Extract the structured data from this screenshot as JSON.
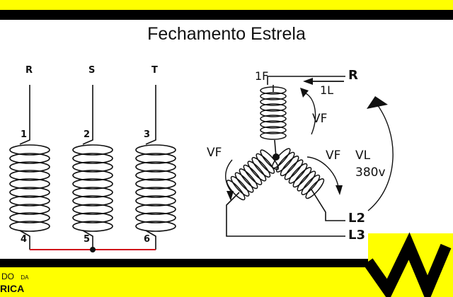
{
  "title": "Fechamento Estrela",
  "left_diagram": {
    "phases": [
      {
        "top": "R",
        "start": "1",
        "end": "4"
      },
      {
        "top": "S",
        "start": "2",
        "end": "5"
      },
      {
        "top": "T",
        "start": "3",
        "end": "6"
      }
    ],
    "link_color": "#d0021b"
  },
  "right_diagram": {
    "coil_terminal": "1F",
    "line_r": "R",
    "current": "1L",
    "vf_top": "VF",
    "vf_left": "VF",
    "vf_right": "VF",
    "vl": "VL",
    "vl_value": "380v",
    "line_l2": "L2",
    "line_l3": "L3"
  },
  "footer": {
    "brand_line1": "DO",
    "brand_line1_small": "DA",
    "brand_line2": "RICA"
  },
  "colors": {
    "background": "#ffff00",
    "panel": "#ffffff",
    "ink": "#111111"
  }
}
